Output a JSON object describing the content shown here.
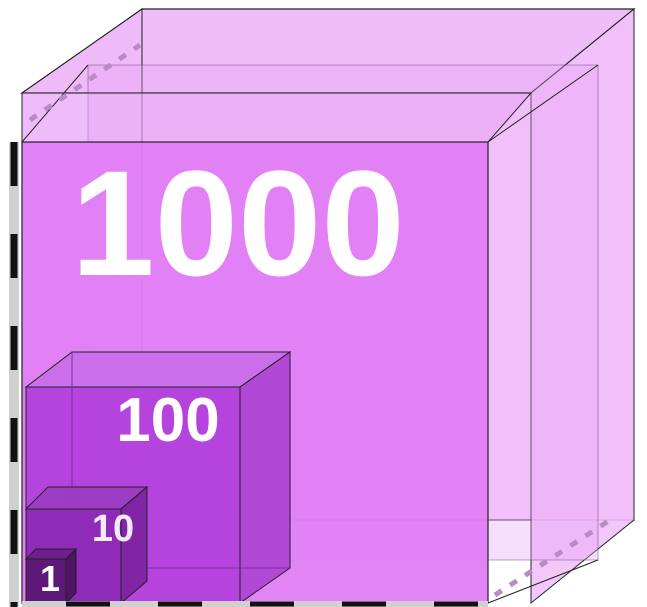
{
  "labels": {
    "cube_1000": "1000",
    "cube_100": "100",
    "cube_10": "10",
    "cube_1": "1"
  },
  "colors": {
    "cube_1000_front": "#e07cf5",
    "cube_1000_back": "#f3c6fb",
    "cube_100_front": "#b13fdb",
    "cube_10_front": "#8c2ab5",
    "cube_1_front": "#5e1878",
    "edge": "#222222",
    "label": "#ffffff"
  }
}
